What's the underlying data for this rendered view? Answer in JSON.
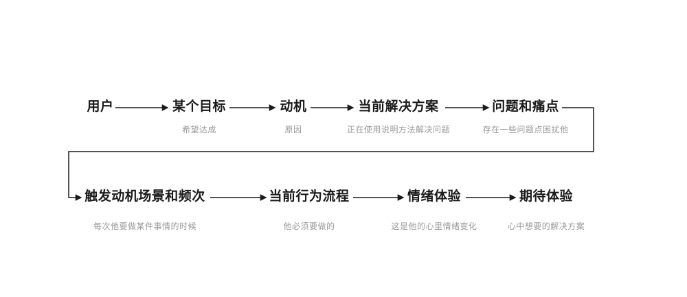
{
  "flow": {
    "row1": [
      {
        "title": "用户",
        "subtitle": ""
      },
      {
        "title": "某个目标",
        "subtitle": "希望达成"
      },
      {
        "title": "动机",
        "subtitle": "原因"
      },
      {
        "title": "当前解决方案",
        "subtitle": "正在使用说明方法解决问题"
      },
      {
        "title": "问题和痛点",
        "subtitle": "存在一些问题点困扰他"
      }
    ],
    "row2": [
      {
        "title": "触发动机场景和频次",
        "subtitle": "每次他要做某件事情的时候"
      },
      {
        "title": "当前行为流程",
        "subtitle": "他必须要做的"
      },
      {
        "title": "情绪体验",
        "subtitle": "这是他的心里情绪变化"
      },
      {
        "title": "期待体验",
        "subtitle": "心中想要的解决方案"
      }
    ],
    "colors": {
      "title": "#1a1a1a",
      "subtitle": "#999999",
      "arrow": "#1a1a1a",
      "background": "#ffffff"
    }
  }
}
